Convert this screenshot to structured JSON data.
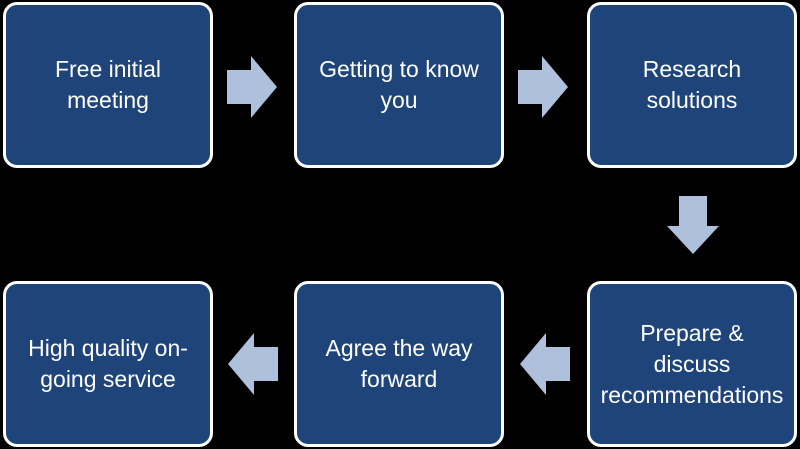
{
  "diagram": {
    "colors": {
      "background": "#000000",
      "box_fill": "#1e4479",
      "box_border": "#ffffff",
      "box_text": "#ffffff",
      "arrow_fill": "#aec0dc"
    },
    "steps": [
      {
        "label": "Free initial\nmeeting"
      },
      {
        "label": "Getting to know\nyou"
      },
      {
        "label": "Research solutions"
      },
      {
        "label": "Prepare & discuss\nrecommendations"
      },
      {
        "label": "Agree the way\nforward"
      },
      {
        "label": "High  quality on-\ngoing service"
      }
    ],
    "arrows": [
      {
        "icon": "arrow-right-icon"
      },
      {
        "icon": "arrow-right-icon"
      },
      {
        "icon": "arrow-down-icon"
      },
      {
        "icon": "arrow-left-icon"
      },
      {
        "icon": "arrow-left-icon"
      }
    ]
  }
}
